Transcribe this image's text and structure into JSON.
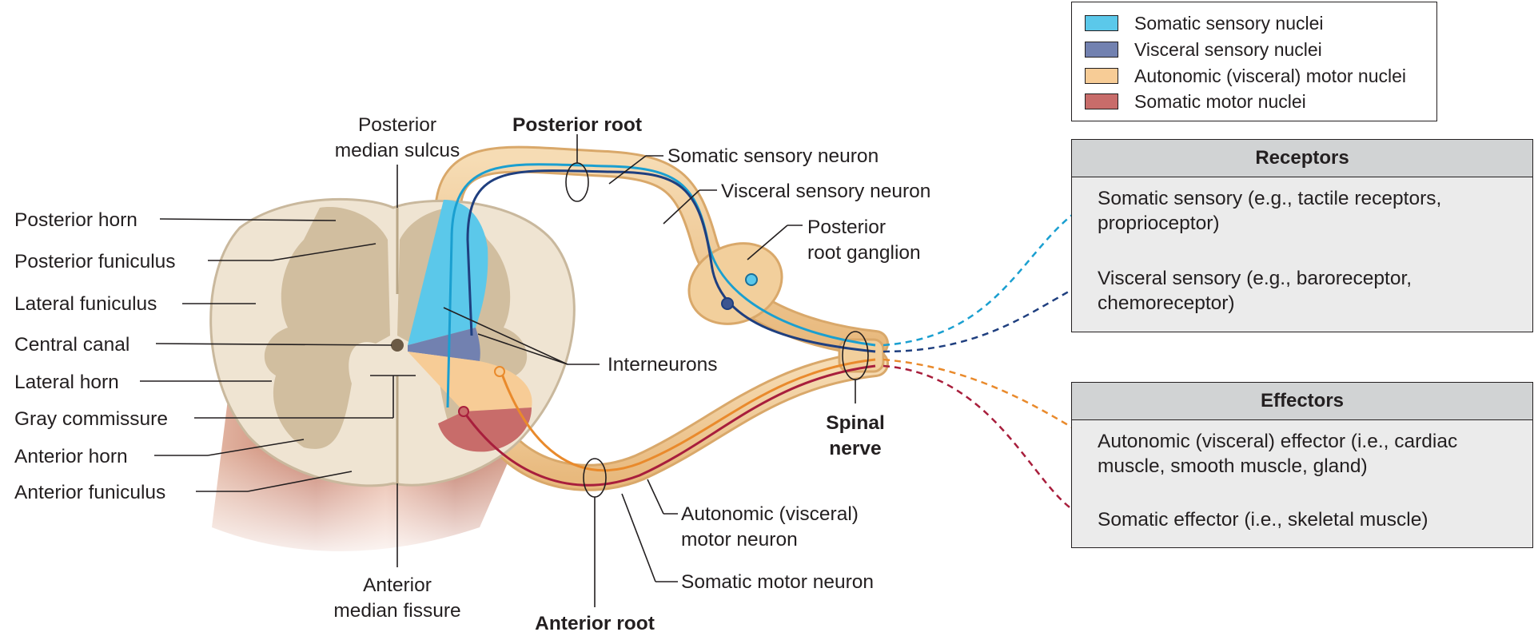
{
  "legend": {
    "items": [
      {
        "label": "Somatic sensory nuclei",
        "color": "#5bc8ea"
      },
      {
        "label": "Visceral sensory nuclei",
        "color": "#7281b0"
      },
      {
        "label": "Autonomic (visceral) motor nuclei",
        "color": "#f7cc96"
      },
      {
        "label": "Somatic motor nuclei",
        "color": "#c86c6a"
      }
    ]
  },
  "receptors": {
    "title": "Receptors",
    "items": [
      "Somatic sensory (e.g., tactile receptors, proprioceptor)",
      "Visceral sensory (e.g., baroreceptor, chemoreceptor)"
    ]
  },
  "effectors": {
    "title": "Effectors",
    "items": [
      "Autonomic (visceral) effector (i.e., cardiac muscle, smooth muscle, gland)",
      "Somatic effector (i.e., skeletal muscle)"
    ]
  },
  "cord_labels": {
    "posterior_horn": "Posterior horn",
    "posterior_funiculus": "Posterior funiculus",
    "lateral_funiculus": "Lateral funiculus",
    "central_canal": "Central canal",
    "lateral_horn": "Lateral horn",
    "gray_commissure": "Gray commissure",
    "anterior_horn": "Anterior horn",
    "anterior_funiculus": "Anterior funiculus",
    "posterior_median_sulcus_1": "Posterior",
    "posterior_median_sulcus_2": "median sulcus",
    "anterior_median_fissure_1": "Anterior",
    "anterior_median_fissure_2": "median fissure"
  },
  "nerve_labels": {
    "posterior_root": "Posterior root",
    "anterior_root": "Anterior root",
    "somatic_sensory_neuron": "Somatic sensory neuron",
    "visceral_sensory_neuron": "Visceral sensory neuron",
    "posterior_root_ganglion_1": "Posterior",
    "posterior_root_ganglion_2": "root ganglion",
    "interneurons": "Interneurons",
    "spinal_nerve_1": "Spinal",
    "spinal_nerve_2": "nerve",
    "autonomic_motor_neuron_1": "Autonomic (visceral)",
    "autonomic_motor_neuron_2": "motor neuron",
    "somatic_motor_neuron": "Somatic motor neuron"
  },
  "colors": {
    "somatic_sensory": "#1a9fd0",
    "visceral_sensory": "#1f3f7f",
    "autonomic_motor": "#e98a2c",
    "somatic_motor": "#a81e3c",
    "white_matter": "#efe4d2",
    "gray_matter": "#cbb796",
    "nerve": "#f2cf9c"
  }
}
